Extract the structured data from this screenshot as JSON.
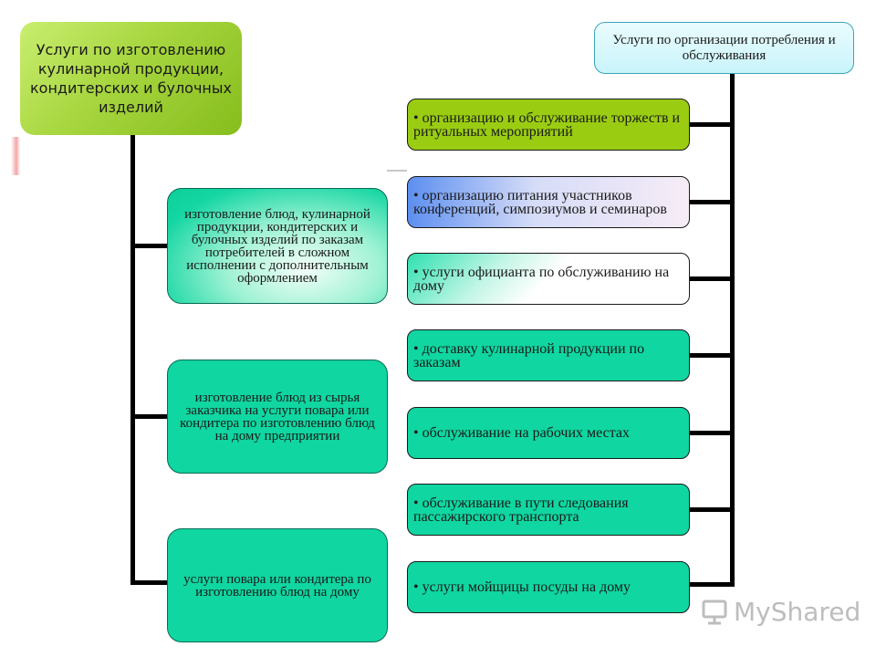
{
  "left": {
    "root": "Услуги по изготовлению кулинарной продукции, кондитерских и булочных изделий",
    "children": [
      "изготовление блюд, кулинарной продукции, кондитерских и булочных изделий по заказам потребителей в сложном исполнении с дополнительным оформлением",
      "изготовление блюд из сырья заказчика на услуги повара или кондитера по изготовлению блюд на дому предприятии",
      "услуги повара или кондитера по изготовлению блюд на дому"
    ]
  },
  "right": {
    "root": "Услуги по организации потребления и обслуживания",
    "items": [
      "• организацию и обслуживание торжеств и ритуальных мероприятий",
      "• организацию питания участников конференций, симпозиумов и семинаров",
      "• услуги официанта по обслуживанию на дому",
      "• доставку кулинарной продукции по заказам",
      "• обслуживание на рабочих местах",
      "• обслуживание в пути следования пассажирского транспорта",
      "• услуги мойщицы посуды на дому"
    ]
  },
  "watermark": {
    "text": "MyShared",
    "icon": "presentation-board-icon"
  }
}
